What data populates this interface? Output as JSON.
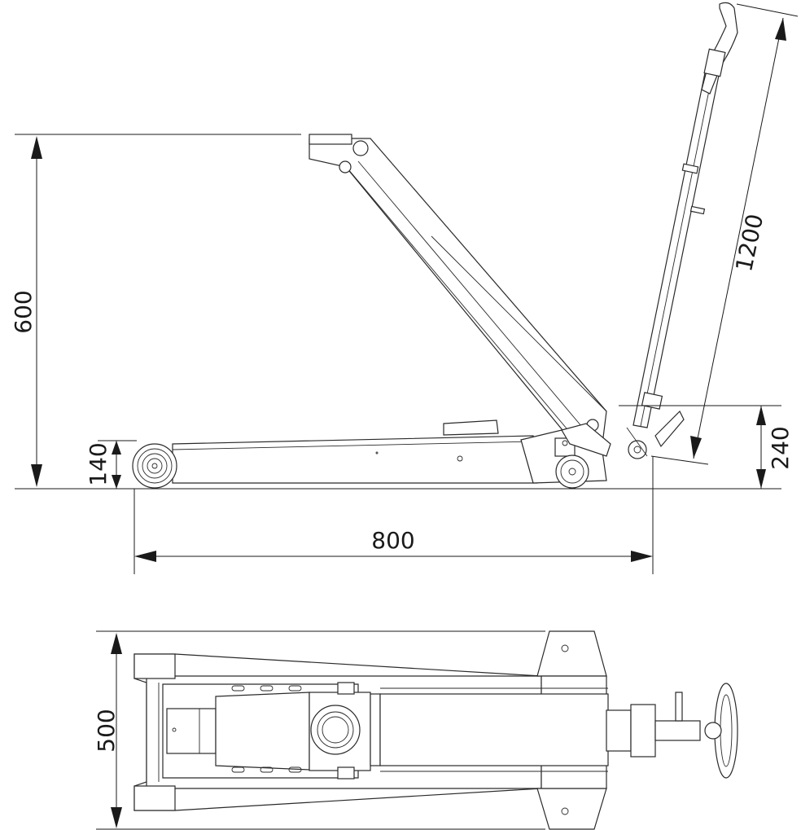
{
  "dimensions": {
    "height_max": "600",
    "height_min": "140",
    "length": "800",
    "handle_length": "1200",
    "handle_pivot_height": "240",
    "width": "500"
  }
}
